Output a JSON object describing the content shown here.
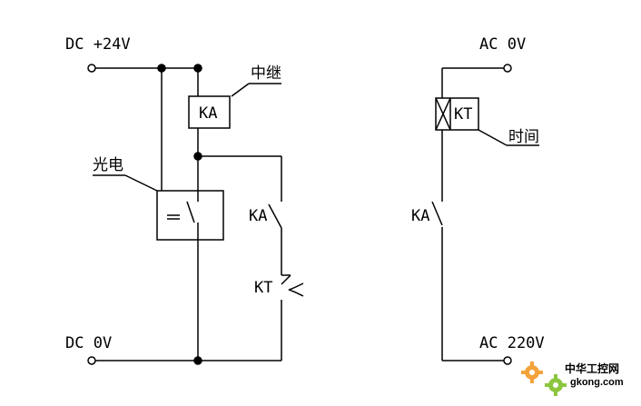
{
  "left_circuit": {
    "dc_plus_label": "DC +24V",
    "dc_zero_label": "DC 0V",
    "relay_coil_label": "KA",
    "relay_callout": "中继",
    "sensor_callout": "光电",
    "ka_contact_label": "KA",
    "kt_contact_label": "KT"
  },
  "right_circuit": {
    "ac_zero_label": "AC 0V",
    "ac_220_label": "AC 220V",
    "timer_coil_label": "KT",
    "timer_callout": "时间",
    "ka_contact_label": "KA"
  },
  "watermark": {
    "text": "中华工控网",
    "url": "gkong.com",
    "brand_color": "#f07a1a"
  }
}
